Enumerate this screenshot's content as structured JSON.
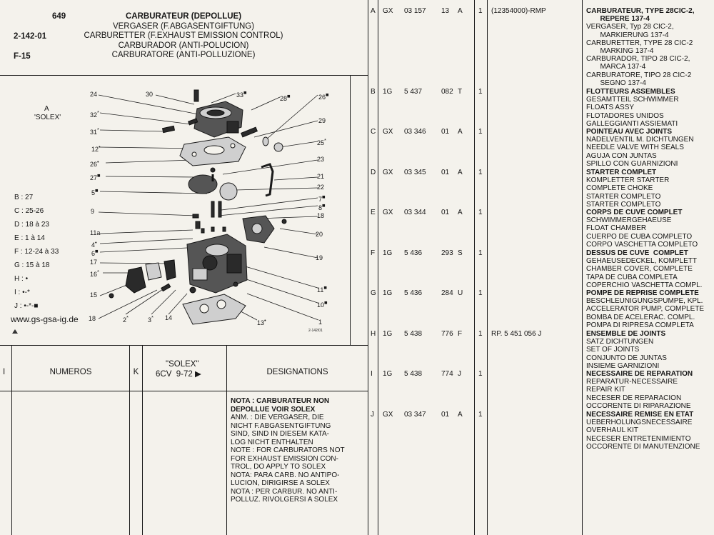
{
  "header": {
    "page_no": "649",
    "ref_no": "2-142-01",
    "fig_no": "F-15",
    "titles": [
      "CARBURATEUR (DEPOLLUE)",
      "VERGASER (F.ABGASENTGIFTUNG)",
      "CARBURETTER (F.EXHAUST EMISSION CONTROL)",
      "CARBURADOR (ANTI-POLUCION)",
      "CARBURATORE (ANTI-POLLUZIONE)"
    ]
  },
  "figure": {
    "ref": "A",
    "ref_name": "'SOLEX'",
    "drawing_no": "2-142/01",
    "watermark": "www.gs-gsa-ig.de",
    "callouts_left": [
      "24",
      "32",
      "31",
      "12",
      "26",
      "27",
      "5",
      "9",
      "11a",
      "4",
      "6",
      "17",
      "16",
      "15",
      "18",
      "2",
      "3",
      "14"
    ],
    "callouts_right": [
      "30",
      "33",
      "28",
      "26",
      "29",
      "25",
      "23",
      "21",
      "22",
      "7",
      "8",
      "18",
      "20",
      "19",
      "11",
      "10",
      "13",
      "1"
    ],
    "legend": [
      {
        "k": "B",
        "v": "27"
      },
      {
        "k": "C",
        "v": "25-26"
      },
      {
        "k": "D",
        "v": "18 à 23"
      },
      {
        "k": "E",
        "v": "1 à 14"
      },
      {
        "k": "F",
        "v": "12-24 à 33"
      },
      {
        "k": "G",
        "v": "15 à 18"
      },
      {
        "k": "H",
        "v": "•"
      },
      {
        "k": "I",
        "v": "•-*"
      },
      {
        "k": "J",
        "v": "•-*-■"
      }
    ]
  },
  "columns": {
    "c1": "I",
    "c2": "NUMEROS",
    "c3": "K",
    "c4a": "\"SOLEX\"",
    "c4b": "6CV",
    "c4c": "9-72",
    "c4arrow": "▶",
    "c5": "DESIGNATIONS"
  },
  "nota": [
    "NOTA : CARBURATEUR NON",
    "DEPOLLUE VOIR SOLEX",
    "ANM. : DIE VERGASER, DIE",
    "NICHT F.ABGASENTGIFTUNG",
    "SIND, SIND IN DIESEM KATA-",
    "LOG NICHT ENTHALTEN",
    "NOTE : FOR CARBURATORS NOT",
    "FOR EXHAUST EMISSION CON-",
    "TROL, DO APPLY TO SOLEX",
    "NOTA: PARA CARB. NO ANTIPO-",
    "LUCION, DIRIGIRSE A SOLEX",
    "NOTA : PER CARBUR. NO ANTI-",
    "POLLUZ. RIVOLGERSI A SOLEX"
  ],
  "rows": [
    {
      "ref": "A",
      "pfx": "GX",
      "num": "03 157",
      "sfx": "13",
      "idx": "A",
      "qty": "1",
      "note": "(12354000)-RMP",
      "lines": [
        "CARBURATEUR, TYPE 28CIC-2,",
        "       REPERE 137-4",
        "VERGASER, Typ 28 CIC-2,",
        "       MARKIERUNG 137-4",
        "CARBURETTER, TYPE 28 CIC-2",
        "       MARKING 137-4",
        "CARBURADOR, TIPO 28 CIC-2,",
        "       MARCA 137-4",
        "CARBURATORE, TIPO 28 CIC-2",
        "       SEGNO 137-4"
      ]
    },
    {
      "ref": "B",
      "pfx": "1G",
      "num": "5 437",
      "sfx": "082",
      "idx": "T",
      "qty": "1",
      "note": "",
      "lines": [
        "FLOTTEURS ASSEMBLES",
        "GESAMTTEIL SCHWIMMER",
        "FLOATS ASSY",
        "FLOTADORES UNIDOS",
        "GALLEGGIANTI ASSIEMATI"
      ]
    },
    {
      "ref": "C",
      "pfx": "GX",
      "num": "03 346",
      "sfx": "01",
      "idx": "A",
      "qty": "1",
      "note": "",
      "lines": [
        "POINTEAU AVEC JOINTS",
        "NADELVENTIL M. DICHTUNGEN",
        "NEEDLE VALVE WITH SEALS",
        "AGUJA CON JUNTAS",
        "SPILLO CON GUARNIZIONI"
      ]
    },
    {
      "ref": "D",
      "pfx": "GX",
      "num": "03 345",
      "sfx": "01",
      "idx": "A",
      "qty": "1",
      "note": "",
      "lines": [
        "STARTER COMPLET",
        "KOMPLETTER STARTER",
        "COMPLETE CHOKE",
        "STARTER COMPLETO",
        "STARTER COMPLETO"
      ]
    },
    {
      "ref": "E",
      "pfx": "GX",
      "num": "03 344",
      "sfx": "01",
      "idx": "A",
      "qty": "1",
      "note": "",
      "lines": [
        "CORPS DE CUVE COMPLET",
        "SCHWIMMERGEHAEUSE",
        "FLOAT CHAMBER",
        "CUERPO DE CUBA COMPLETO",
        "CORPO VASCHETTA COMPLETO"
      ]
    },
    {
      "ref": "F",
      "pfx": "1G",
      "num": "5 436",
      "sfx": "293",
      "idx": "S",
      "qty": "1",
      "note": "",
      "lines": [
        "DESSUS DE CUVE  COMPLET",
        "GEHAEUSEDECKEL, KOMPLETT",
        "CHAMBER COVER, COMPLETE",
        "TAPA DE CUBA COMPLETA",
        "COPERCHIO VASCHETTA COMPL."
      ]
    },
    {
      "ref": "G",
      "pfx": "1G",
      "num": "5 436",
      "sfx": "284",
      "idx": "U",
      "qty": "1",
      "note": "",
      "lines": [
        "POMPE DE REPRISE COMPLETE",
        "BESCHLEUNIGUNGSPUMPE, KPL.",
        "ACCELERATOR PUMP, COMPLETE",
        "BOMBA DE ACELERAC. COMPL.",
        "POMPA DI RIPRESA COMPLETA"
      ]
    },
    {
      "ref": "H",
      "pfx": "1G",
      "num": "5 438",
      "sfx": "776",
      "idx": "F",
      "qty": "1",
      "note": "RP. 5 451 056 J",
      "lines": [
        "ENSEMBLE DE JOINTS",
        "SATZ DICHTUNGEN",
        "SET OF JOINTS",
        "CONJUNTO DE JUNTAS",
        "INSIEME GARNIZIONI"
      ]
    },
    {
      "ref": "I",
      "pfx": "1G",
      "num": "5 438",
      "sfx": "774",
      "idx": "J",
      "qty": "1",
      "note": "",
      "lines": [
        "NECESSAIRE DE REPARATION",
        "REPARATUR-NECESSAIRE",
        "REPAIR KIT",
        "NECESER DE REPARACION",
        "OCCORENTE DI RIPARAZIONE"
      ]
    },
    {
      "ref": "J",
      "pfx": "GX",
      "num": "03 347",
      "sfx": "01",
      "idx": "A",
      "qty": "1",
      "note": "",
      "lines": [
        "NECESSAIRE REMISE EN ETAT",
        "UEBERHOLUNGSNECESSAIRE",
        "OVERHAUL KIT",
        "NECESER ENTRETENIMIENTO",
        "OCCORENTE DI MANUTENZIONE"
      ]
    }
  ]
}
